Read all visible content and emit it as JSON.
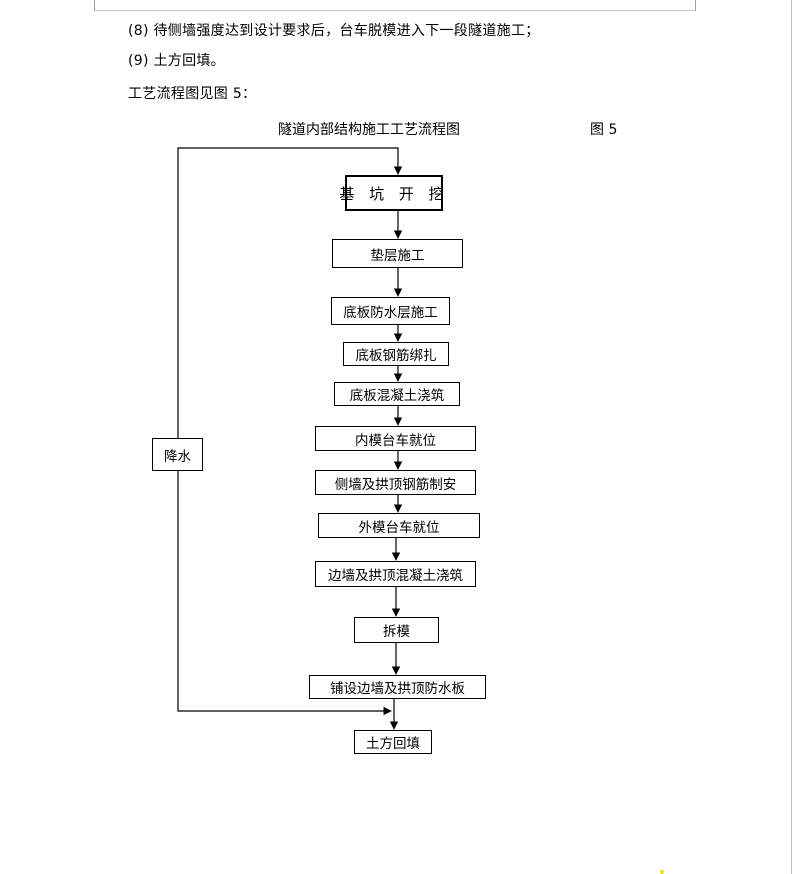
{
  "paragraphs": {
    "p8": "(8) 待侧墙强度达到设计要求后，台车脱模进入下一段隧道施工；",
    "p9": "(9) 土方回填。",
    "intro": "工艺流程图见图 5："
  },
  "figure": {
    "title": "隧道内部结构施工工艺流程图",
    "label": "图 5",
    "side_box": "降水",
    "steps": [
      "基 坑 开 挖",
      "垫层施工",
      "底板防水层施工",
      "底板钢筋绑扎",
      "底板混凝土浇筑",
      "内模台车就位",
      "侧墙及拱顶钢筋制安",
      "外模台车就位",
      "边墙及拱顶混凝土浇筑",
      "拆模",
      "铺设边墙及拱顶防水板",
      "土方回填"
    ]
  }
}
